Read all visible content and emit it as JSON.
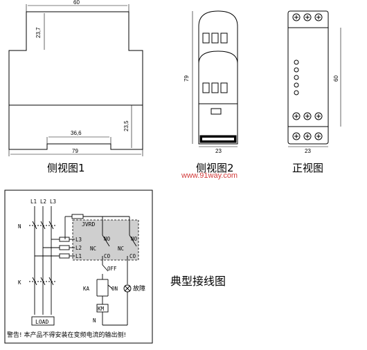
{
  "views": {
    "side1": {
      "caption": "侧视图1",
      "dims": {
        "width_top": "60",
        "height_upper": "23,7",
        "rail": "36,6",
        "height_lower": "23,5",
        "width_bottom": "79"
      }
    },
    "side2": {
      "caption": "侧视图2",
      "dims": {
        "height": "79",
        "width": "23"
      }
    },
    "front": {
      "caption": "正视图",
      "dims": {
        "height": "60",
        "width": "23"
      }
    }
  },
  "watermark": "www.91way.com",
  "wiring": {
    "caption": "典型接线图",
    "phases": [
      "L1",
      "L2",
      "L3"
    ],
    "contactor_label_top": "N",
    "contactor_label_bottom": "K",
    "device_name": "JVRD",
    "inputs": [
      "L3",
      "L2",
      "L1"
    ],
    "relay_nc": "NC",
    "relay_no": "NO",
    "relay_co": "CO",
    "off_label": "OFF",
    "on_label": "ON",
    "ka_label": "KA",
    "fault_label": "故障",
    "coil_label": "KM",
    "neutral_label": "N",
    "load_label": "LOAD",
    "warning": "警告! 本产品不得安装在变频电流的输出侧!"
  }
}
